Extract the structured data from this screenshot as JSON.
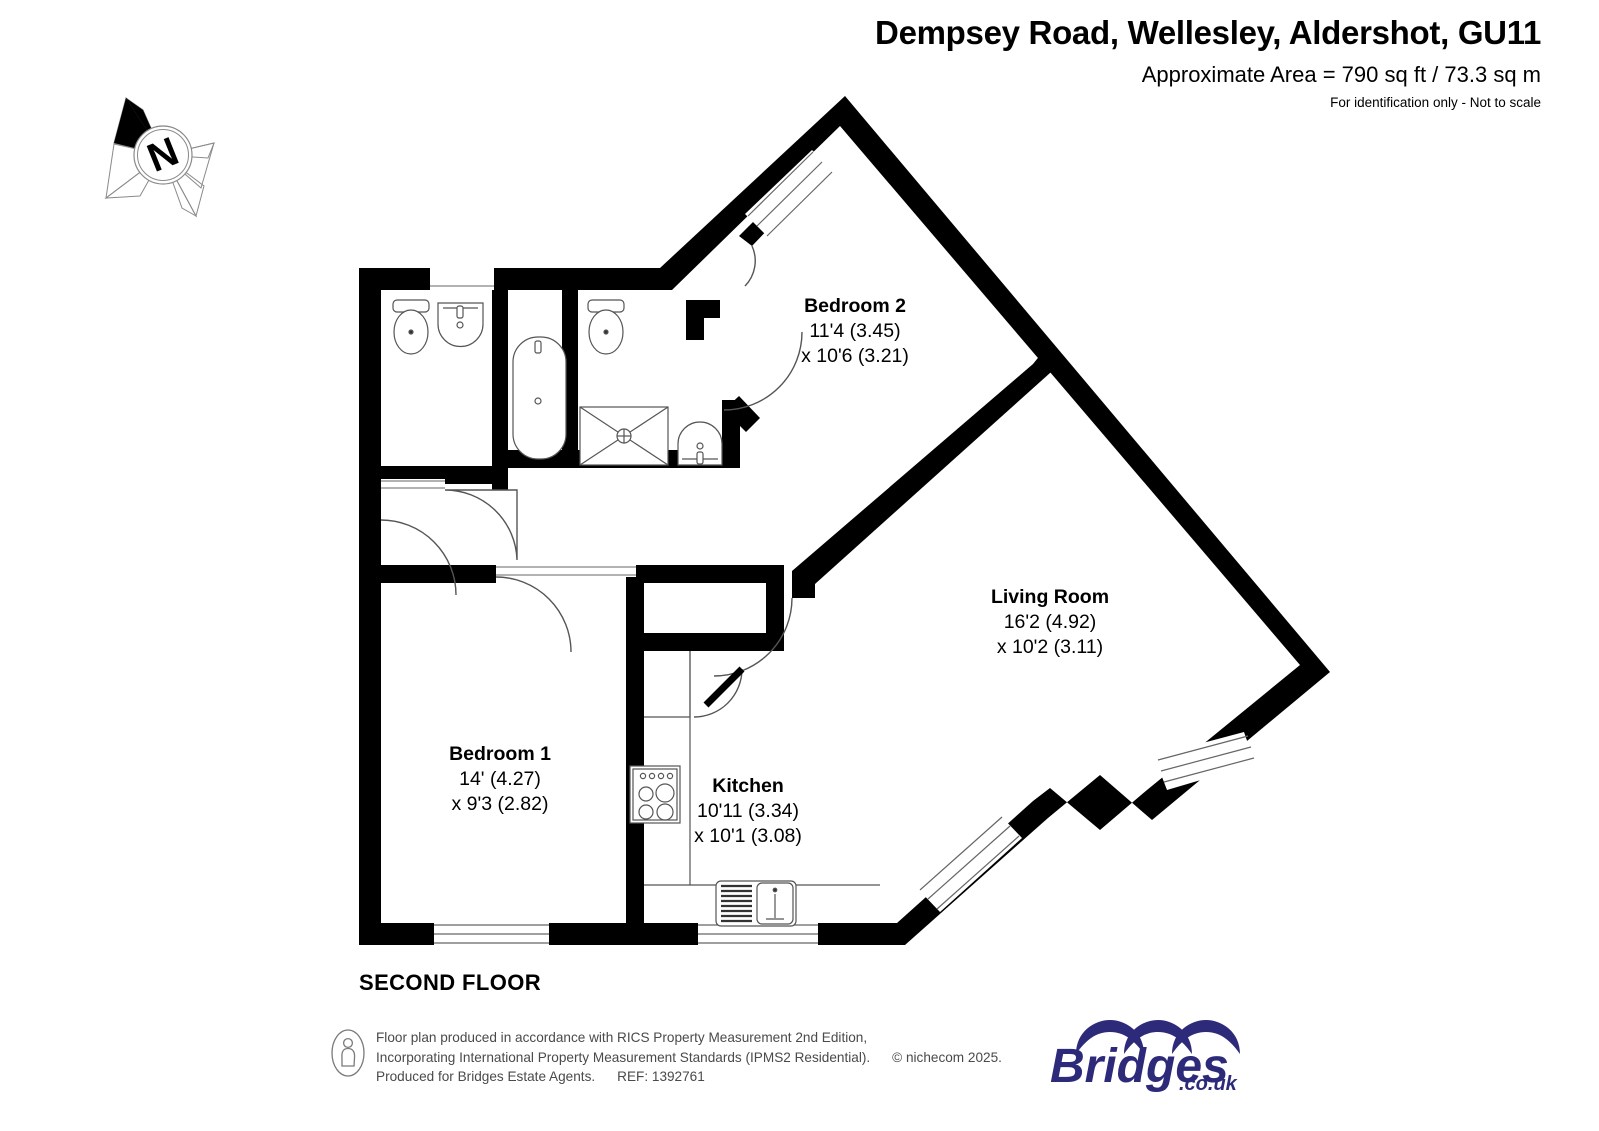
{
  "header": {
    "title": "Dempsey Road, Wellesley, Aldershot, GU11",
    "area": "Approximate Area = 790 sq ft / 73.3 sq m",
    "disclaimer": "For identification only - Not to scale"
  },
  "compass": {
    "north_label": "N"
  },
  "floor_caption": "SECOND FLOOR",
  "rooms": [
    {
      "name": "Bedroom 2",
      "dim1": "11'4 (3.45)",
      "dim2": "x 10'6 (3.21)"
    },
    {
      "name": "Living Room",
      "dim1": "16'2 (4.92)",
      "dim2": "x 10'2 (3.11)"
    },
    {
      "name": "Bedroom 1",
      "dim1": "14' (4.27)",
      "dim2": "x 9'3 (2.82)"
    },
    {
      "name": "Kitchen",
      "dim1": "10'11 (3.34)",
      "dim2": "x 10'1 (3.08)"
    }
  ],
  "footer": {
    "line1": "Floor plan produced in accordance with RICS Property Measurement 2nd Edition,",
    "line2": "Incorporating International Property Measurement Standards (IPMS2 Residential).",
    "copyright": "© nichecom 2025.",
    "line3": "Produced for Bridges Estate Agents.",
    "ref": "REF: 1392761"
  },
  "brand": {
    "name": "Bridges",
    "domain": ".co.uk",
    "color": "#2e2a7a"
  },
  "colors": {
    "wall": "#000000",
    "fixture_stroke": "#444444",
    "background": "#ffffff",
    "footer_text": "#4a4a4a"
  }
}
